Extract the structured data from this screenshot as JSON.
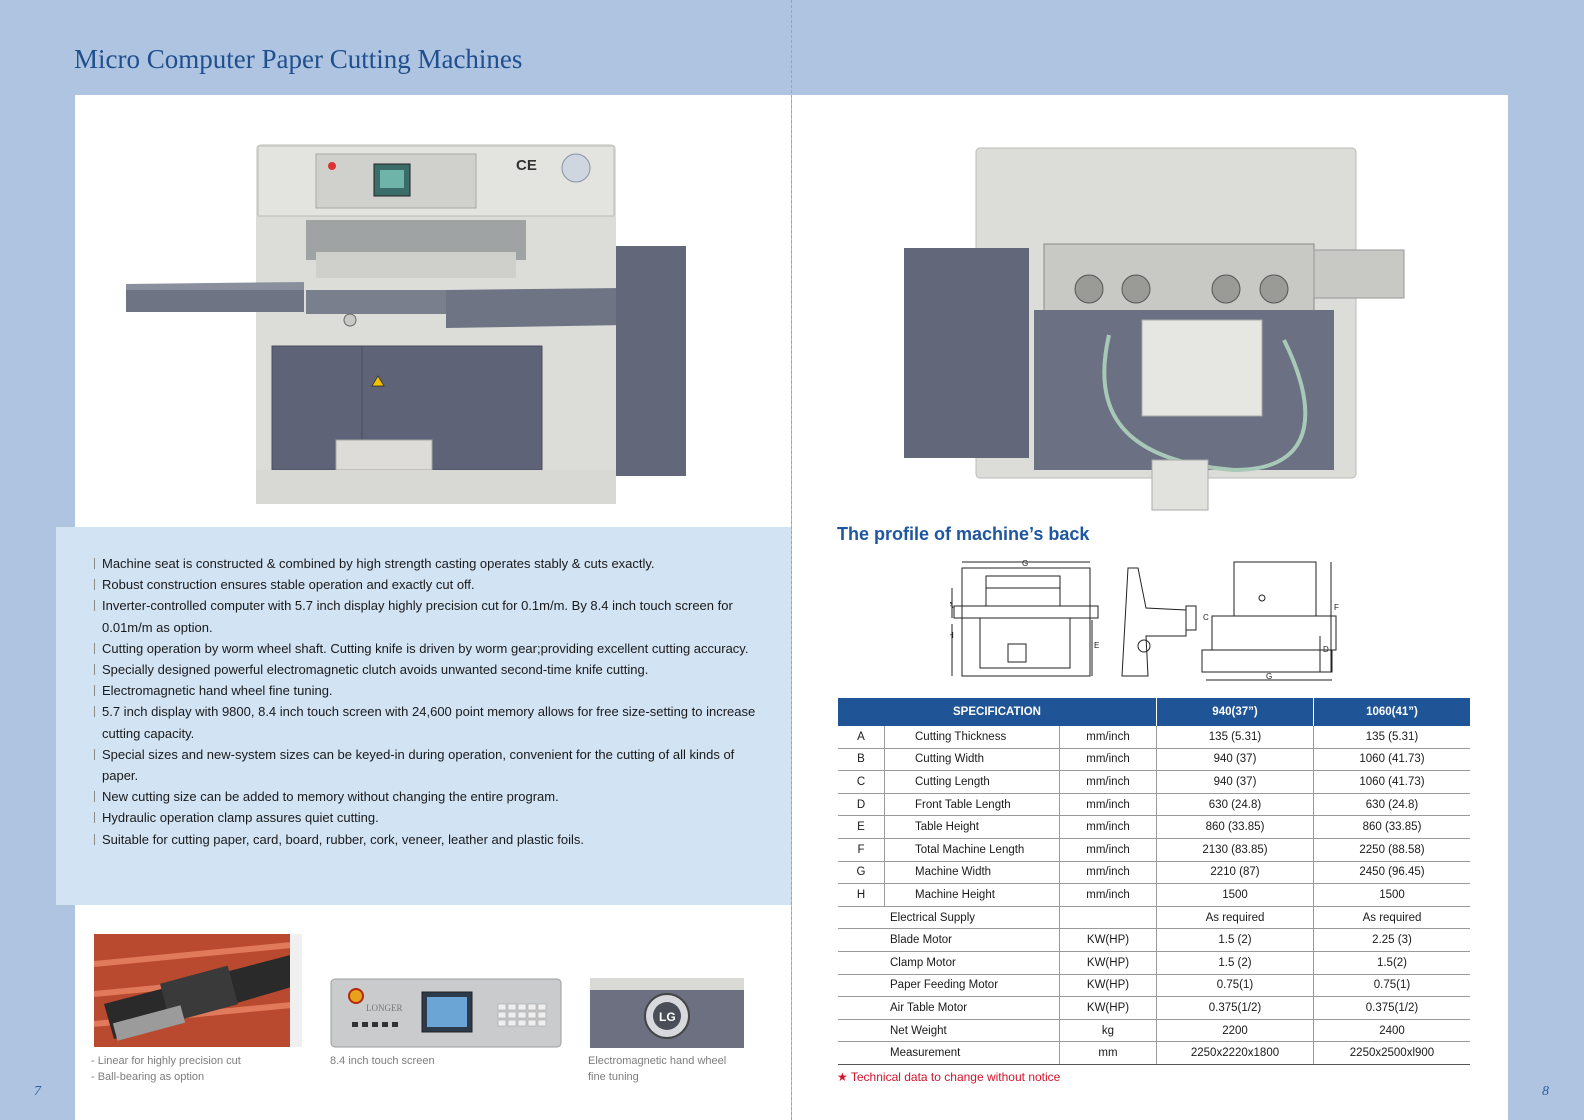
{
  "title": "Micro Computer Paper Cutting Machines",
  "features": [
    "Machine seat is constructed & combined by high strength casting operates stably & cuts exactly.",
    "Robust construction ensures stable operation and exactly cut off.",
    "Inverter-controlled computer with 5.7 inch display highly precision cut for 0.1m/m. By 8.4 inch touch screen for 0.01m/m as option.",
    "Cutting operation by worm wheel shaft. Cutting knife is driven by worm gear;providing excellent cutting accuracy.",
    "Specially designed powerful electromagnetic clutch avoids unwanted second-time knife cutting.",
    "Electromagnetic hand wheel fine tuning.",
    "5.7 inch display with 9800, 8.4 inch touch screen with 24,600 point memory allows for free size-setting to increase cutting capacity.",
    "Special sizes and new-system sizes can be keyed-in during operation, convenient for the cutting of all kinds of paper.",
    "New cutting size can be added to memory without changing the entire program.",
    "Hydraulic operation clamp assures quiet cutting.",
    "Suitable for cutting paper, card, board, rubber, cork, veneer, leather and plastic foils."
  ],
  "thumbnails": {
    "linear": {
      "lines": [
        "- Linear for highly precision cut",
        "- Ball-bearing as option"
      ]
    },
    "touch": {
      "caption": "8.4 inch touch screen",
      "brand": "LONGER"
    },
    "wheel": {
      "lines": [
        "Electromagnetic hand wheel",
        "fine tuning"
      ],
      "logo": "LG"
    }
  },
  "machine_front": {
    "badge": "CE"
  },
  "profile_title": "The profile of machine’s back",
  "diagram_labels": [
    "G",
    "A",
    "H",
    "E",
    "C",
    "F",
    "D",
    "G"
  ],
  "spec": {
    "header": {
      "spec": "SPECIFICATION",
      "col1": "940(37”)",
      "col2": "1060(41”)"
    },
    "rows": [
      {
        "letter": "A",
        "param": "Cutting Thickness",
        "unit": "mm/inch",
        "v1": "135 (5.31)",
        "v2": "135 (5.31)"
      },
      {
        "letter": "B",
        "param": "Cutting Width",
        "unit": "mm/inch",
        "v1": "940 (37)",
        "v2": "1060 (41.73)"
      },
      {
        "letter": "C",
        "param": "Cutting Length",
        "unit": "mm/inch",
        "v1": "940 (37)",
        "v2": "1060 (41.73)"
      },
      {
        "letter": "D",
        "param": "Front Table Length",
        "unit": "mm/inch",
        "v1": "630 (24.8)",
        "v2": "630 (24.8)"
      },
      {
        "letter": "E",
        "param": "Table Height",
        "unit": "mm/inch",
        "v1": "860 (33.85)",
        "v2": "860 (33.85)"
      },
      {
        "letter": "F",
        "param": "Total Machine Length",
        "unit": "mm/inch",
        "v1": "2130 (83.85)",
        "v2": "2250 (88.58)"
      },
      {
        "letter": "G",
        "param": "Machine Width",
        "unit": "mm/inch",
        "v1": "2210 (87)",
        "v2": "2450 (96.45)"
      },
      {
        "letter": "H",
        "param": "Machine Height",
        "unit": "mm/inch",
        "v1": "1500",
        "v2": "1500"
      }
    ],
    "extra_rows": [
      {
        "param": "Electrical Supply",
        "unit": "",
        "v1": "As required",
        "v2": "As required"
      },
      {
        "param": "Blade Motor",
        "unit": "KW(HP)",
        "v1": "1.5 (2)",
        "v2": "2.25 (3)"
      },
      {
        "param": "Clamp Motor",
        "unit": "KW(HP)",
        "v1": "1.5 (2)",
        "v2": "1.5(2)"
      },
      {
        "param": "Paper Feeding Motor",
        "unit": "KW(HP)",
        "v1": "0.75(1)",
        "v2": "0.75(1)"
      },
      {
        "param": "Air Table Motor",
        "unit": "KW(HP)",
        "v1": "0.375(1/2)",
        "v2": "0.375(1/2)"
      },
      {
        "param": "Net Weight",
        "unit": "kg",
        "v1": "2200",
        "v2": "2400"
      },
      {
        "param": "Measurement",
        "unit": "mm",
        "v1": "2250x2220x1800",
        "v2": "2250x2500xl900"
      }
    ]
  },
  "note": "★ Technical data to change without notice",
  "pages": {
    "left": "7",
    "right": "8"
  }
}
